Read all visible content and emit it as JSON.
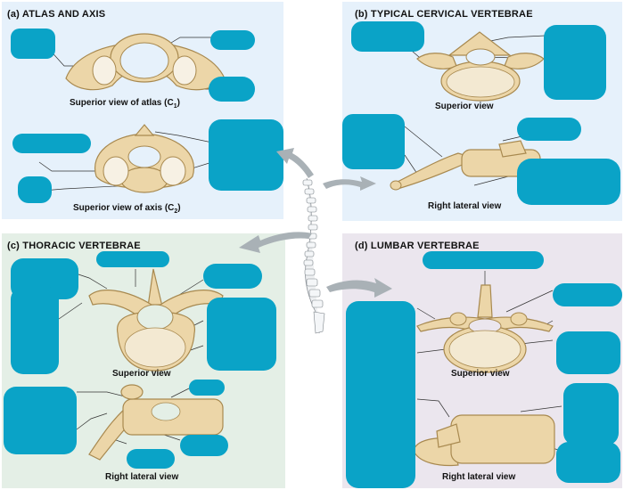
{
  "colors": {
    "panel_blue": "#e6f1fb",
    "panel_green": "#e4efe6",
    "panel_purple": "#ebe6ee",
    "bone": "#ecd6a8",
    "bone_edge": "#a8894f",
    "bone_inner": "#f7f1e4",
    "label_cover": "#0aa3c7",
    "arrow": "#a9b1b6"
  },
  "panels": {
    "a": {
      "title": "(a)  ATLAS AND AXIS",
      "caption1_main": "Superior view of atlas (C",
      "caption1_sub": "1",
      "caption1_end": ")",
      "caption2_main": "Superior view of axis (C",
      "caption2_sub": "2",
      "caption2_end": ")"
    },
    "b": {
      "title": "(b)  TYPICAL CERVICAL VERTEBRAE",
      "caption1": "Superior view",
      "caption2": "Right lateral view"
    },
    "c": {
      "title": "(c)  THORACIC VERTEBRAE",
      "caption1": "Superior view",
      "caption2": "Right lateral view"
    },
    "d": {
      "title": "(d)  LUMBAR VERTEBRAE",
      "caption1": "Superior view",
      "caption2": "Right lateral view"
    }
  }
}
